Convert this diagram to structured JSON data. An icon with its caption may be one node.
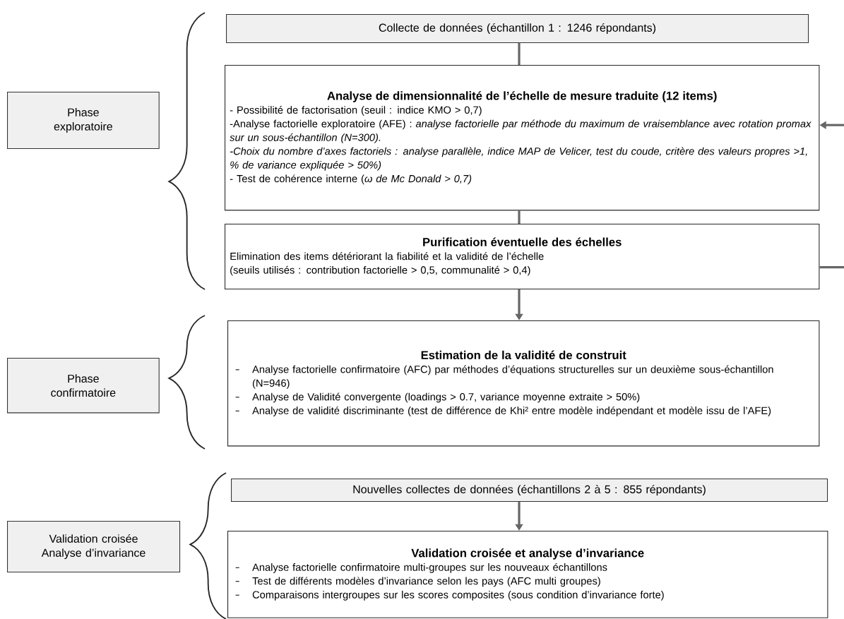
{
  "diagram": {
    "nodes": [
      {
        "text": [
          "Collecte de données (échantillon 1 : 1246 répondants)"
        ]
      },
      {
        "text": [
          "Analyse de dimensionnalité de l’échelle de mesure traduite (12 items)",
          "- Possibilité de factorisation (seuil : indice KMO > 0,7)",
          "-Analyse factorielle exploratoire (AFE) : *analyse factorielle par méthode du maximum de vraisemblance avec rotation promax sur un sous-échantillon (N=300).*",
          "-Choix du nombre d’axes factoriels : analyse parallèle, indice MAP de Velicer, test du coude, critère des valeurs propres >1, % de variance expliquée > 50%)",
          "- Test de cohérence interne (*ω de Mc Donald > 0,7)*"
        ]
      },
      {
        "text": [
          "Purification éventuelle des échelles",
          "Elimination des items détériorant la fiabilité et la validité de l’échelle",
          "(seuils utilisés : contribution factorielle > 0,5, communalité > 0,4)"
        ]
      },
      {
        "text": [
          "Estimation de la validité de construit",
          "Analyse factorielle confirmatoire (AFC) par méthodes d’équations structurelles sur un deuxième sous-échantillon (N=946)",
          "Analyse de Validité convergente (loadings > 0.7, variance moyenne extraite > 50%)",
          "Analyse de validité discriminante (test de différence de Khi² entre modèle indépendant et modèle issu de l’AFE)"
        ]
      },
      {
        "text": [
          "Nouvelles collectes de données (échantillons 2 à 5 : 855 répondants)"
        ]
      },
      {
        "text": [
          "Validation croisée et analyse d’invariance",
          "Analyse factorielle confirmatoire multi-groupes sur les nouveaux échantillons",
          "Test de différents modèles d’invariance selon les pays (AFC multi groupes)",
          "Comparaisons intergroupes sur les scores composites (sous condition d’invariance forte)"
        ]
      },
      {
        "text": [
          "Phase exploratoire"
        ]
      },
      {
        "text": [
          "Phase confirmatoire"
        ]
      },
      {
        "text": [
          "Validation croisée Analyse d’invariance"
        ]
      }
    ],
    "edges": [
      {
        "from": 0,
        "to": 1,
        "arrow": "none"
      },
      {
        "from": 1,
        "to": 2,
        "arrow": "none"
      },
      {
        "from": 2,
        "to": 3,
        "arrow": "to"
      },
      {
        "from": 4,
        "to": 5,
        "arrow": "to"
      },
      {
        "from": null,
        "to": 1,
        "arrow": "to"
      },
      {
        "from": 2,
        "to": null,
        "arrow": "none"
      }
    ]
  }
}
